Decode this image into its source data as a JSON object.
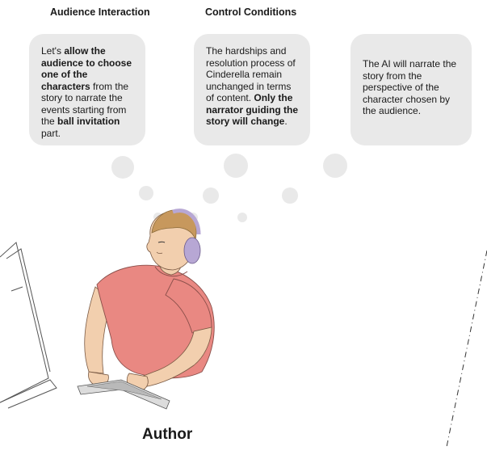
{
  "headers": {
    "audience_interaction": "Audience Interaction",
    "control_conditions": "Control Conditions"
  },
  "bubbles": [
    {
      "segments": [
        {
          "text": "Let's ",
          "bold": false
        },
        {
          "text": "allow the audience to choose one of the characters",
          "bold": true
        },
        {
          "text": " from the story to narrate the events starting from the ",
          "bold": false
        },
        {
          "text": "ball invitation",
          "bold": true
        },
        {
          "text": " part.",
          "bold": false
        }
      ]
    },
    {
      "segments": [
        {
          "text": "The hardships and resolution process of Cinderella remain unchanged in terms of content. ",
          "bold": false
        },
        {
          "text": "Only the narrator guiding the story will change",
          "bold": true
        },
        {
          "text": ".",
          "bold": false
        }
      ]
    },
    {
      "segments": [
        {
          "text": "The AI will narrate the story from the perspective of the character chosen by the audience.",
          "bold": false
        }
      ]
    }
  ],
  "author_label": "Author",
  "colors": {
    "bubble": "#e9e9e9",
    "shirt": "#e98882",
    "headphones": "#b7a7d4",
    "skin": "#f2cfae",
    "hair": "#c7985d"
  },
  "icons": [
    "author-illustration",
    "computer-monitor-icon",
    "keyboard-icon",
    "headphones-icon"
  ]
}
